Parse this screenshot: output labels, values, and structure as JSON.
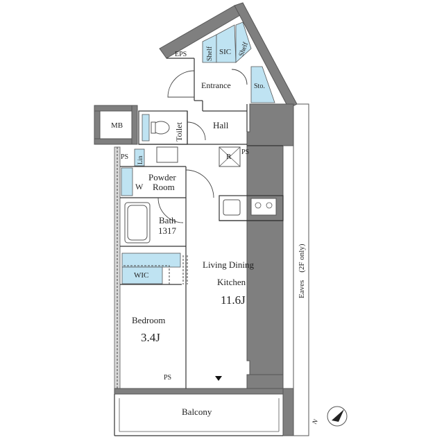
{
  "rooms": {
    "eps": "EPS",
    "shelf1": "Shelf",
    "sic": "SIC",
    "shelf2": "Shelf",
    "entrance": "Entrance",
    "storage": "Sto.",
    "mb": "MB",
    "toilet": "Toilet",
    "hall": "Hall",
    "ps1": "PS",
    "lin": "Lin",
    "refrigerator": "R",
    "ps2": "PS",
    "washer": "W",
    "powder_room_line1": "Powder",
    "powder_room_line2": "Room",
    "bath_line1": "Bath",
    "bath_line2": "1317",
    "ldk_line1": "Living Dining",
    "ldk_line2": "Kitchen",
    "ldk_size": "11.6J",
    "wic": "WIC",
    "bedroom": "Bedroom",
    "bedroom_size": "3.4J",
    "ps3": "PS",
    "balcony": "Balcony",
    "eaves": "Eaves　(2F only)",
    "north": "N"
  },
  "colors": {
    "storage_fill": "#bfe3f2",
    "wall": "#7f7f7f"
  }
}
